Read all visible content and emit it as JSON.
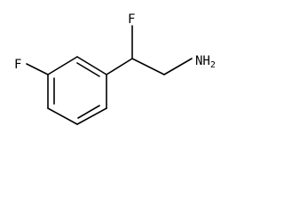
{
  "molecule": {
    "atoms": {
      "ring_fluorine": "F",
      "side_chain_fluorine": "F",
      "amine_main": "NH",
      "amine_subscript": "2"
    }
  }
}
